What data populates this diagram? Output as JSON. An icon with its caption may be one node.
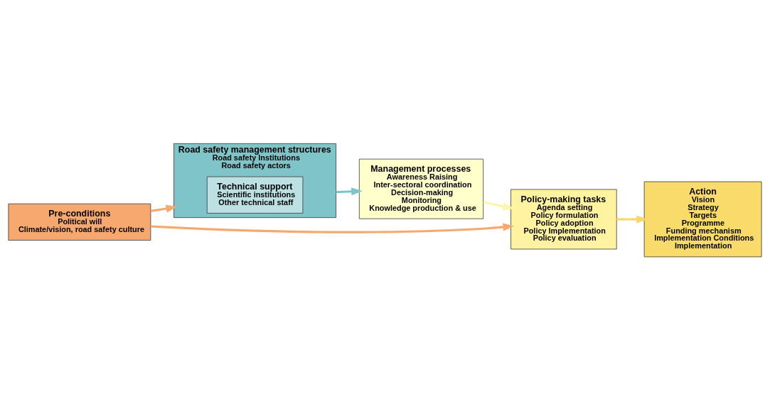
{
  "diagram": {
    "nodes": [
      {
        "text": [
          "Road safety management structures",
          "Road safety Institutions",
          "Road safety actors"
        ]
      },
      {
        "text": [
          "Technical support",
          "Scientific institutions",
          "Other technical staff"
        ],
        "in": 0
      },
      {
        "text": [
          "Pre-conditions",
          "Political will",
          "Climate/vision, road safety culture"
        ]
      },
      {
        "text": [
          "Management processes",
          "Awareness Raising",
          "Inter-sectoral coordination",
          "Decision-making",
          "Monitoring",
          "Knowledge production & use"
        ]
      },
      {
        "text": [
          "Policy-making tasks",
          "Agenda setting",
          "Policy formulation",
          "Policy adoption",
          "Policy Implementation",
          "Policy evaluation"
        ]
      },
      {
        "text": [
          "Action",
          "Vision",
          "Strategy",
          "Targets",
          "Programme",
          "Funding mechanism",
          "Implementation Conditions",
          "Implementation"
        ]
      }
    ],
    "edges": [
      {
        "from": 2,
        "to": 0,
        "arrow": "to",
        "color": "#f7a86e"
      },
      {
        "from": 2,
        "to": 4,
        "arrow": "to",
        "color": "#f7a86e"
      },
      {
        "from": 0,
        "to": 3,
        "arrow": "to",
        "color": "#7fc4c9"
      },
      {
        "from": 3,
        "to": 4,
        "arrow": "to",
        "color": "#fdf5a8"
      },
      {
        "from": 4,
        "to": 5,
        "arrow": "to",
        "color": "#f6d768"
      }
    ]
  }
}
